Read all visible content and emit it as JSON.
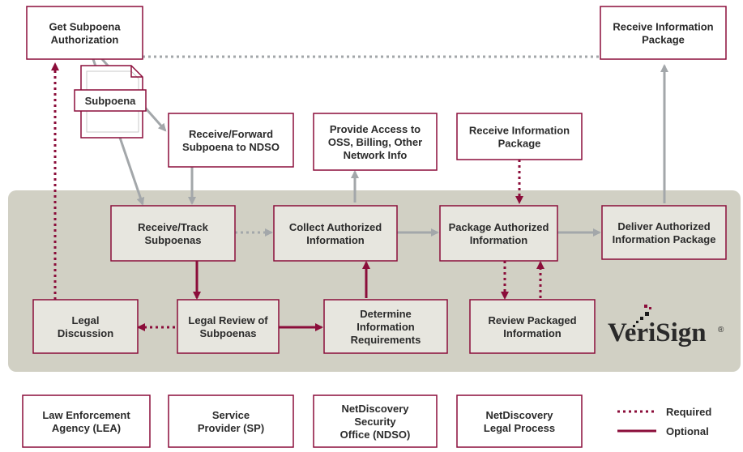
{
  "colors": {
    "border": "#8b0d3a",
    "maroon": "#8b0d3a",
    "gray_arrow": "#a3a7aa",
    "band": "#d1d0c4",
    "box_white": "#ffffff",
    "box_gray": "#e7e6df"
  },
  "boxes": {
    "get_subpoena": {
      "lines": [
        "Get Subpoena",
        "Authorization"
      ]
    },
    "receive_info_top": {
      "lines": [
        "Receive Information",
        "Package"
      ]
    },
    "receive_forward": {
      "lines": [
        "Receive/Forward",
        "Subpoena to NDSO"
      ]
    },
    "provide_access": {
      "lines": [
        "Provide Access to",
        "OSS, Billing, Other",
        "Network Info"
      ]
    },
    "receive_info_mid": {
      "lines": [
        "Receive Information",
        "Package"
      ]
    },
    "receive_track": {
      "lines": [
        "Receive/Track",
        "Subpoenas"
      ]
    },
    "collect_auth": {
      "lines": [
        "Collect Authorized",
        "Information"
      ]
    },
    "package_auth": {
      "lines": [
        "Package Authorized",
        "Information"
      ]
    },
    "deliver_auth": {
      "lines": [
        "Deliver Authorized",
        "Information Package"
      ]
    },
    "legal_discussion": {
      "lines": [
        "Legal",
        "Discussion"
      ]
    },
    "legal_review": {
      "lines": [
        "Legal Review of",
        "Subpoenas"
      ]
    },
    "determine_info": {
      "lines": [
        "Determine",
        "Information",
        "Requirements"
      ]
    },
    "review_packaged": {
      "lines": [
        "Review Packaged",
        "Information"
      ]
    },
    "lea": {
      "lines": [
        "Law Enforcement",
        "Agency (LEA)"
      ]
    },
    "sp": {
      "lines": [
        "Service",
        "Provider (SP)"
      ]
    },
    "ndso": {
      "lines": [
        "NetDiscovery",
        "Security",
        "Office (NDSO)"
      ]
    },
    "ndlp": {
      "lines": [
        "NetDiscovery",
        "Legal Process"
      ]
    }
  },
  "document": {
    "label": "Subpoena"
  },
  "legend": {
    "required": "Required",
    "optional": "Optional"
  },
  "logo": {
    "text": "VeriSign",
    "mark": "®"
  }
}
